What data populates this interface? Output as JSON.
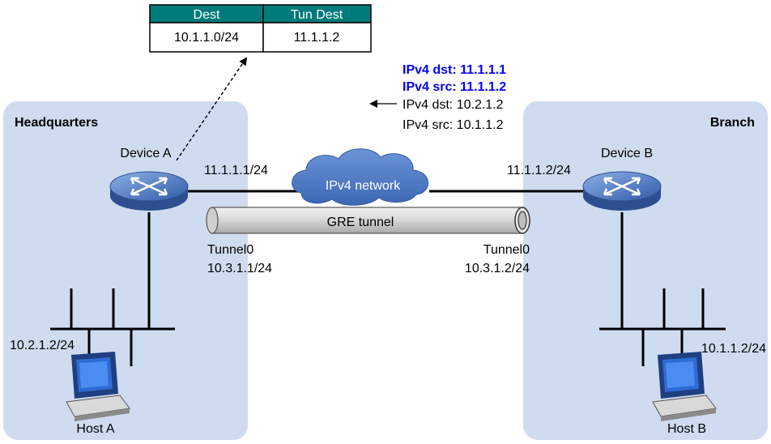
{
  "route_table": {
    "headers": [
      "Dest",
      "Tun Dest"
    ],
    "rows": [
      [
        "10.1.1.0/24",
        "11.1.1.2"
      ]
    ],
    "header_color": "#007b7b"
  },
  "packet_header": {
    "outer_dst": "IPv4 dst: 11.1.1.1",
    "outer_src": "IPv4 src: 11.1.1.2",
    "inner_dst": "IPv4 dst: 10.2.1.2",
    "inner_src": "IPv4 src: 10.1.1.2",
    "outer_color": "#0000ff"
  },
  "sites": {
    "hq": {
      "label": "Headquarters",
      "fill": "#cfdcef"
    },
    "branch": {
      "label": "Branch",
      "fill": "#cfdcef"
    }
  },
  "devices": {
    "device_a": {
      "label": "Device A",
      "ip": "11.1.1.1/24",
      "tunnel": "Tunnel0",
      "tunnel_ip": "10.3.1.1/24"
    },
    "device_b": {
      "label": "Device B",
      "ip": "11.1.1.2/24",
      "tunnel": "Tunnel0",
      "tunnel_ip": "10.3.1.2/24"
    }
  },
  "hosts": {
    "host_a": {
      "label": "Host A",
      "ip": "10.2.1.2/24"
    },
    "host_b": {
      "label": "Host B",
      "ip": "10.1.1.2/24"
    }
  },
  "network": {
    "label": "IPv4 network",
    "color": "#4f7dc7"
  },
  "tunnel": {
    "label": "GRE tunnel"
  },
  "icons": [
    "router-icon",
    "host-computer-icon",
    "cloud-icon",
    "arrow-icon"
  ]
}
